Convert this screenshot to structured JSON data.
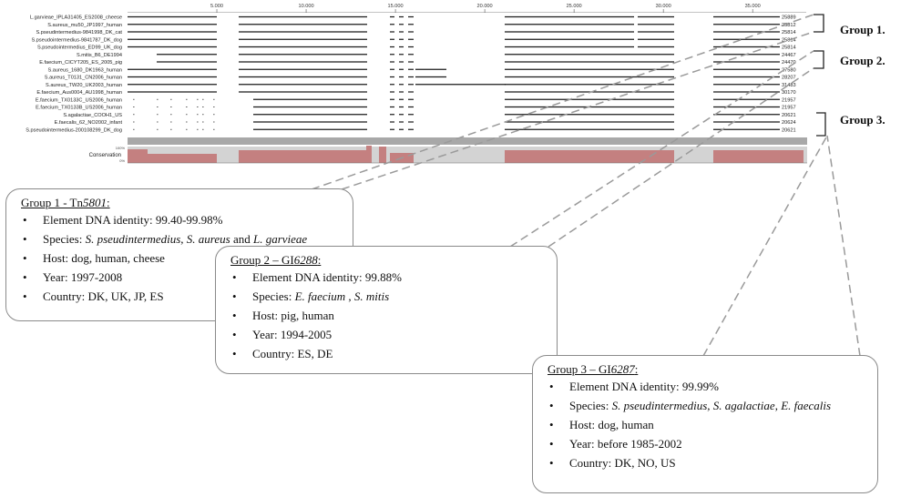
{
  "ruler": {
    "ticks": [
      {
        "value": 5000,
        "label": "5.000"
      },
      {
        "value": 10000,
        "label": "10.000"
      },
      {
        "value": 15000,
        "label": "15.000"
      },
      {
        "value": 20000,
        "label": "20.000"
      },
      {
        "value": 25000,
        "label": "25.000"
      },
      {
        "value": 30000,
        "label": "30.000"
      },
      {
        "value": 35000,
        "label": "35.000"
      }
    ]
  },
  "strains": [
    {
      "name": "L.garvieae_IPLA31405_ES2008_cheese",
      "length": "25889"
    },
    {
      "name": "S.aureus_mu50_JP1997_human",
      "length": "25812"
    },
    {
      "name": "S.pseudintermedius-9841998_DK_cat",
      "length": "25814"
    },
    {
      "name": "S.pseudointermedius-9841787_DK_dog",
      "length": "25814"
    },
    {
      "name": "S.pseudointermedius_ED99_UK_dog",
      "length": "25814"
    },
    {
      "name": "S.mitis_B6_DE1994",
      "length": "24467"
    },
    {
      "name": "E.faecium_CICYT205_ES_2005_pig",
      "length": "24470"
    },
    {
      "name": "S.aureus_1680_DK1963_human",
      "length": "27580"
    },
    {
      "name": "S.aureus_T0131_CN2006_human",
      "length": "28207"
    },
    {
      "name": "S.aureus_TW20_UK2003_human",
      "length": "31483"
    },
    {
      "name": "E.faecium_Aus0004_AU1998_human",
      "length": "30170"
    },
    {
      "name": "E.faecium_TX0133C_US2006_human",
      "length": "21957"
    },
    {
      "name": "E.faecium_TX0133B_US2006_human",
      "length": "21957"
    },
    {
      "name": "S.agalactiae_COOH1_US",
      "length": "20621"
    },
    {
      "name": "E.faecalis_62_NO2002_infant",
      "length": "20624"
    },
    {
      "name": "S.pseudointermedius-200108299_DK_dog",
      "length": "20621"
    }
  ],
  "conservation": {
    "label": "Conservation",
    "scale_top": "100%",
    "scale_bottom": "0%"
  },
  "groups": {
    "g1_label": "Group 1.",
    "g2_label": "Group 2.",
    "g3_label": "Group 3."
  },
  "box1": {
    "title_prefix": "Group 1 - Tn",
    "title_em": "5801",
    "title_suffix": ":",
    "identity": "Element DNA identity: 99.40-99.98%",
    "species_prefix": "Species: ",
    "species_a": "S. pseudintermedius",
    "species_sep": ", ",
    "species_b": "S. aureus",
    "species_and": " and ",
    "species_c": "L. garvieae",
    "host": "Host: dog, human, cheese",
    "year": "Year: 1997-2008",
    "country": "Country: DK, UK, JP, ES"
  },
  "box2": {
    "title_prefix": "Group 2 – GI",
    "title_em": "6288",
    "title_suffix": ":",
    "identity": "Element DNA identity: 99.88%",
    "species_prefix": "Species: ",
    "species_a": "E. faecium",
    "species_sep": " , ",
    "species_b": "S. mitis",
    "host": "Host: pig, human",
    "year": "Year: 1994-2005",
    "country": "Country: ES, DE"
  },
  "box3": {
    "title_prefix": "Group 3 – GI",
    "title_em": "6287",
    "title_suffix": ":",
    "identity": "Element DNA identity: 99.99%",
    "species_prefix": "Species: ",
    "species_a": "S. pseudintermedius",
    "species_sep": ", ",
    "species_b": "S. agalactiae",
    "species_sep2": ", ",
    "species_c": "E. faecalis",
    "host": "Host: dog, human",
    "year": "Year: before 1985-2002",
    "country": "Country: DK, NO, US"
  },
  "colors": {
    "alignment_bar": "#1a1a1a",
    "conservation_fill": "#c48080",
    "conservation_track": "#d3d3d3",
    "connector": "#9a9a9a",
    "box_border": "#8a8a8a"
  }
}
